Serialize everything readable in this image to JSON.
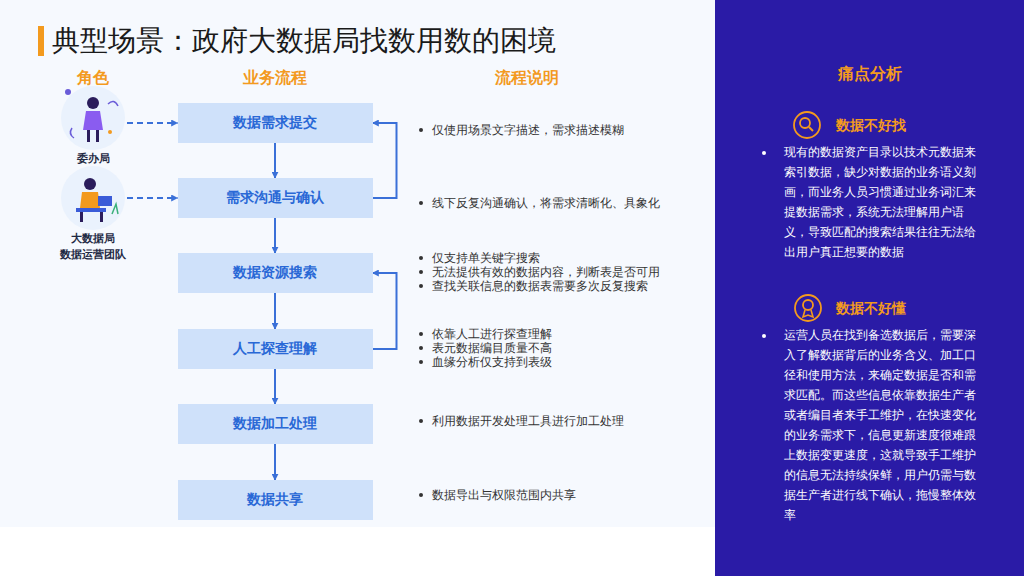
{
  "diagram": {
    "title": "典型场景：政府大数据局找数用数的困境",
    "nodes": [
      {
        "text": [
          "委办局"
        ]
      },
      {
        "text": [
          "大数据局",
          "数据运营团队"
        ]
      },
      {
        "text": [
          "数据需求提交"
        ]
      },
      {
        "text": [
          "需求沟通与确认"
        ]
      },
      {
        "text": [
          "数据资源搜索"
        ]
      },
      {
        "text": [
          "人工探查理解"
        ]
      },
      {
        "text": [
          "数据加工处理"
        ]
      },
      {
        "text": [
          "数据共享"
        ]
      },
      {
        "text": [
          "痛点分析",
          "数据不好找",
          "现有的数据资产目录以技术元数据来索引数据，缺少对数据的业务语义刻画，而业务人员习惯通过业务词汇来提数据需求，系统无法理解用户语义，导致匹配的搜索结果往往无法给出用户真正想要的数据",
          "数据不好懂",
          "运营人员在找到备选数据后，需要深入了解数据背后的业务含义、加工口径和使用方法，来确定数据是否和需求匹配。而这些信息依靠数据生产者或者编目者来手工维护，在快速变化的业务需求下，信息更新速度很难跟上数据变更速度，这就导致手工维护的信息无法持续保鲜，用户仍需与数据生产者进行线下确认，拖慢整体效率"
        ]
      }
    ],
    "edges": [
      {
        "from": 0,
        "to": 2,
        "arrow": "to"
      },
      {
        "from": 1,
        "to": 3,
        "arrow": "to"
      },
      {
        "from": 2,
        "to": 3,
        "arrow": "to"
      },
      {
        "from": 3,
        "to": 2,
        "arrow": "to"
      },
      {
        "from": 3,
        "to": 4,
        "arrow": "to"
      },
      {
        "from": 4,
        "to": 5,
        "arrow": "to"
      },
      {
        "from": 5,
        "to": 4,
        "arrow": "to"
      },
      {
        "from": 5,
        "to": 6,
        "arrow": "to"
      },
      {
        "from": 6,
        "to": 7,
        "arrow": "to"
      }
    ],
    "labels": [
      "角色",
      "业务流程",
      "流程说明",
      "仅使用场景文字描述，需求描述模糊",
      "线下反复沟通确认，将需求清晰化、具象化",
      "仅支持单关键字搜索",
      "无法提供有效的数据内容，判断表是否可用",
      "查找关联信息的数据表需要多次反复搜索",
      "依靠人工进行探查理解",
      "表元数据编目质量不高",
      "血缘分析仅支持到表级",
      "利用数据开发处理工具进行加工处理",
      "数据导出与权限范围内共享"
    ]
  }
}
